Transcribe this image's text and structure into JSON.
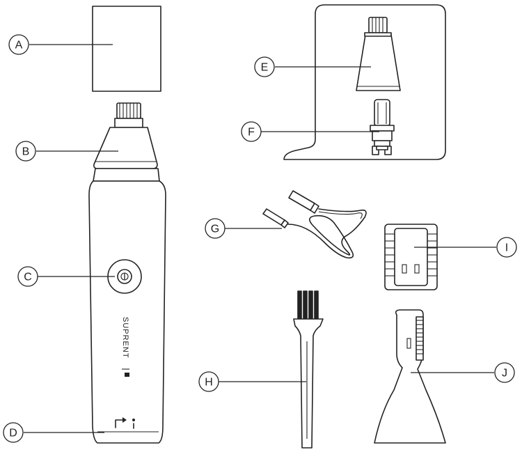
{
  "callouts": {
    "a": "A",
    "b": "B",
    "c": "C",
    "d": "D",
    "e": "E",
    "f": "F",
    "g": "G",
    "h": "H",
    "i": "I",
    "j": "J"
  },
  "brand_text": "SUPRENT",
  "icons": [
    "power-button-icon",
    "charging-indicator-icon"
  ]
}
